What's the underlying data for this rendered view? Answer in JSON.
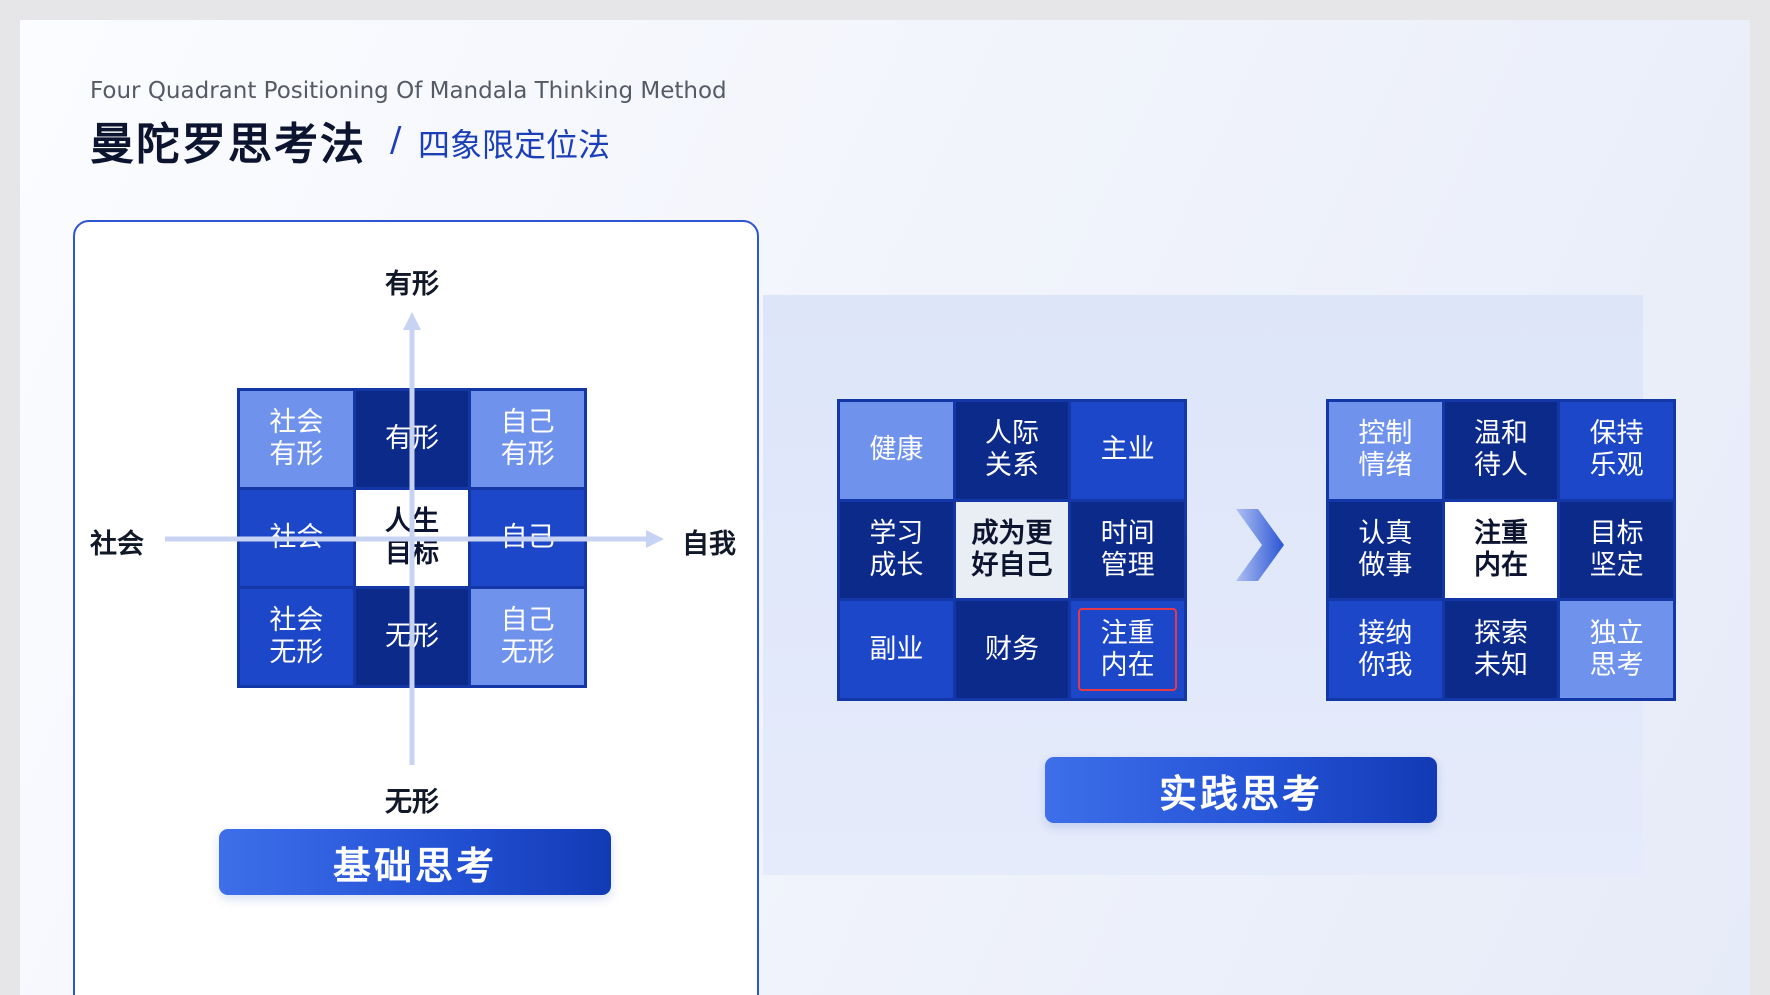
{
  "header": {
    "subtitle": "Four Quadrant Positioning Of  Mandala Thinking Method",
    "title": "曼陀罗思考法",
    "separator": "/",
    "title_sub": "四象限定位法"
  },
  "basic": {
    "axis": {
      "top": "有形",
      "bottom": "无形",
      "left": "社会",
      "right": "自我"
    },
    "cells": [
      "社会\n有形",
      "有形",
      "自己\n有形",
      "社会",
      "人生\n目标",
      "自己",
      "社会\n无形",
      "无形",
      "自己\n无形"
    ],
    "button": "基础思考"
  },
  "practice": {
    "grid1": [
      "健康",
      "人际\n关系",
      "主业",
      "学习\n成长",
      "成为更\n好自己",
      "时间\n管理",
      "副业",
      "财务",
      "注重\n内在"
    ],
    "grid2": [
      "控制\n情绪",
      "温和\n待人",
      "保持\n乐观",
      "认真\n做事",
      "注重\n内在",
      "目标\n坚定",
      "接纳\n你我",
      "探索\n未知",
      "独立\n思考"
    ],
    "button": "实践思考"
  },
  "colors": {
    "grid_border": "#1437a8",
    "light": "#6f92ec",
    "mid": "#1c47c8",
    "dark": "#0c2a8a",
    "accent": "#1c3fb8",
    "highlight_border": "#e5394a"
  }
}
